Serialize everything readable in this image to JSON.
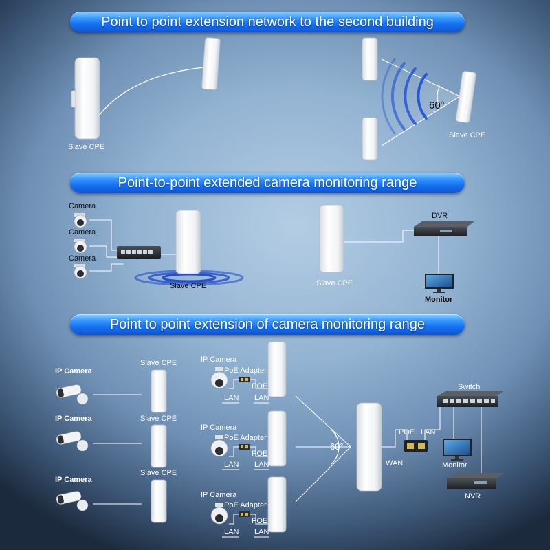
{
  "section1": {
    "title": "Point to point extension network to the second building",
    "slave_left": "Slave CPE",
    "slave_right": "Slave CPE",
    "angle": "60°"
  },
  "section2": {
    "title": "Point-to-point extended camera monitoring range",
    "cameras": [
      "Camera",
      "Camera",
      "Camera"
    ],
    "slave": "Slave CPE",
    "slave_right": "Slave CPE",
    "dvr": "DVR",
    "monitor": "Monitor"
  },
  "section3": {
    "title": "Point to point extension of camera monitoring range",
    "ip_cameras_left": [
      "IP Camera",
      "IP Camera",
      "IP Camera"
    ],
    "slaves": [
      "Slave CPE",
      "Slave CPE",
      "Slave CPE"
    ],
    "ptz_groups": [
      {
        "camera": "IP Camera",
        "adapter": "PoE Adapter",
        "poe": "POE",
        "lan1": "LAN",
        "lan2": "LAN"
      },
      {
        "camera": "IP Camera",
        "adapter": "PoE Adapter",
        "poe": "POE",
        "lan1": "LAN",
        "lan2": "LAN"
      },
      {
        "camera": "IP Camera",
        "adapter": "PoE Adapter",
        "poe": "POE",
        "lan1": "LAN",
        "lan2": "LAN"
      }
    ],
    "angle": "60°",
    "wan": "WAN",
    "poe": "POE",
    "lan": "LAN",
    "switch": "Switch",
    "monitor": "Monitor",
    "nvr": "NVR"
  },
  "colors": {
    "banner_top": "#8fd0ff",
    "banner_bottom": "#0c55d6",
    "device_white": "#f4f6f8",
    "background_center": "#b4cde4",
    "background_edge": "#1c2a3d"
  }
}
